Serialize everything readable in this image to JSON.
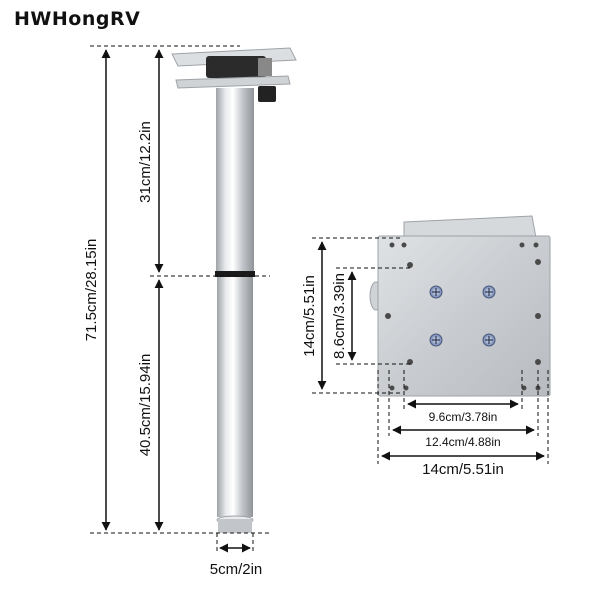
{
  "brand": "HWHongRV",
  "leg": {
    "total_height": "71.5cm/28.15in",
    "upper_height": "31cm/12.2in",
    "lower_height": "40.5cm/15.94in",
    "diameter": "5cm/2in"
  },
  "plate": {
    "height_outer": "14cm/5.51in",
    "height_inner": "8.6cm/3.39in",
    "width_inner": "9.6cm/3.78in",
    "width_middle": "12.4cm/4.88in",
    "width_outer": "14cm/5.51in"
  },
  "colors": {
    "dimension_line": "#111111",
    "metal": "#c9ccd0",
    "dark_part": "#2b2b2b"
  }
}
